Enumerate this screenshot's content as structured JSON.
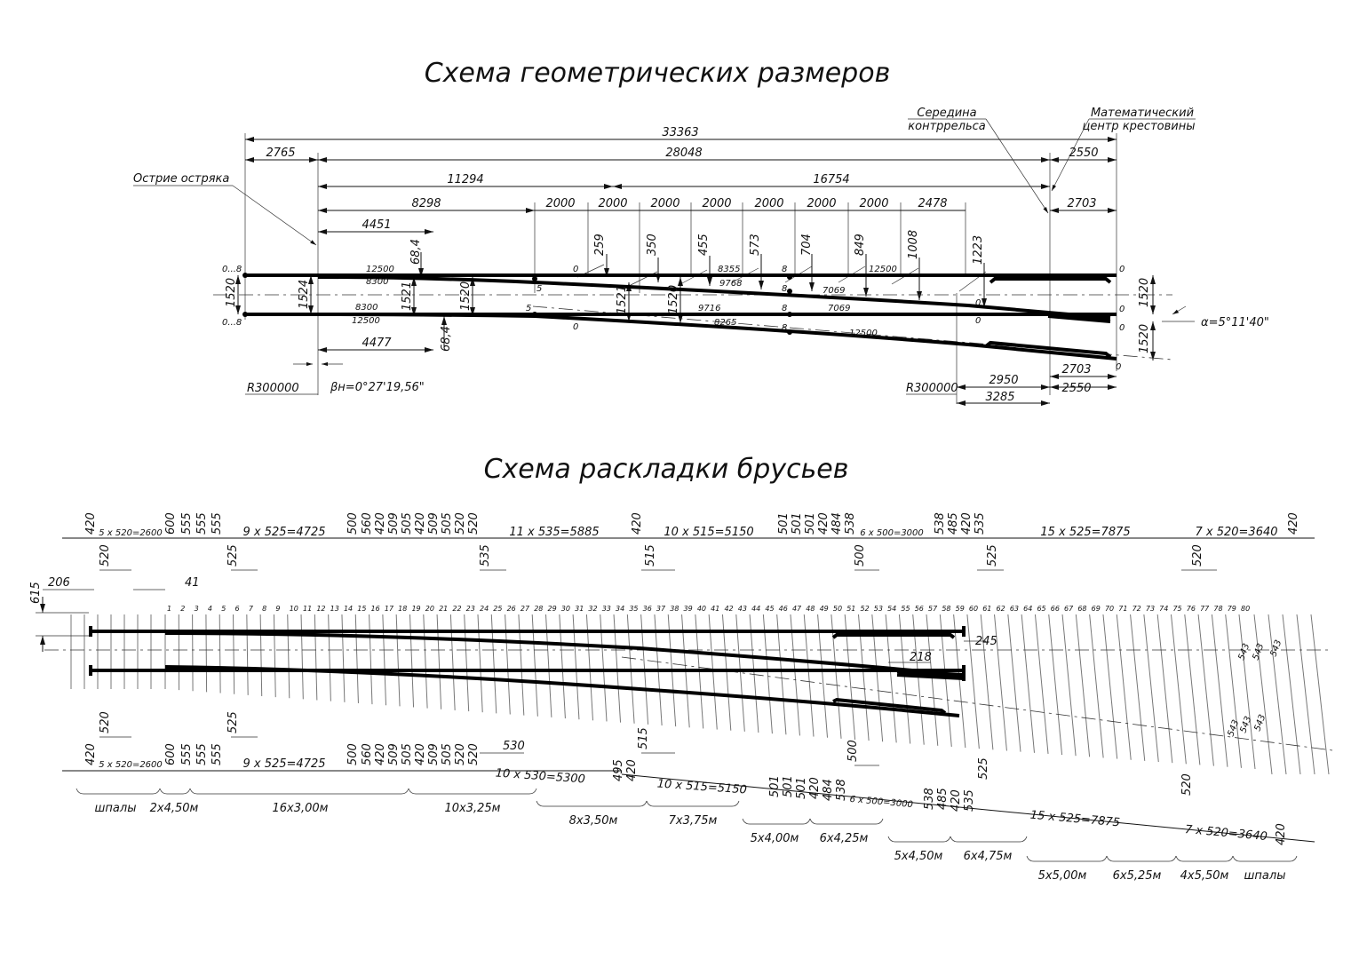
{
  "top": {
    "title": "Схема геометрических размеров",
    "callouts": {
      "ostrie": "Острие остряка",
      "seredina_1": "Середина",
      "seredina_2": "контррельса",
      "mat_1": "Математический",
      "mat_2": "центр крестовины"
    },
    "dims": {
      "d33363": "33363",
      "d2765": "2765",
      "d28048": "28048",
      "d2550a": "2550",
      "d11294": "11294",
      "d16754": "16754",
      "d8298": "8298",
      "d2000_1": "2000",
      "d2000_2": "2000",
      "d2000_3": "2000",
      "d2000_4": "2000",
      "d2000_5": "2000",
      "d2000_6": "2000",
      "d2000_7": "2000",
      "d2478": "2478",
      "d2703a": "2703",
      "d4451": "4451",
      "d4477": "4477",
      "d2703b": "2703",
      "d2950": "2950",
      "d2550b": "2550",
      "d3285": "3285"
    },
    "ords": {
      "o68a": "68,4",
      "o259": "259",
      "o350": "350",
      "o455": "455",
      "o573": "573",
      "o704": "704",
      "o849": "849",
      "o1008": "1008",
      "o1223": "1223",
      "o68b": "68,4"
    },
    "gauges": {
      "g1520l": "1520",
      "g1524": "1524",
      "g1521a": "1521",
      "g1520m": "1520",
      "g1521b": "1521",
      "g1520n": "1520",
      "g1520r1": "1520",
      "g1520r2": "1520"
    },
    "small": {
      "s08a": "0...8",
      "s08b": "0...8",
      "s12500a": "12500",
      "s8300a": "8300",
      "s8300b": "8300",
      "s12500b": "12500",
      "s8355": "8355",
      "s9768": "9768",
      "s9716": "9716",
      "s8265": "8265",
      "s12500c": "12500",
      "s7069a": "7069",
      "s7069b": "7069",
      "s12500d": "12500",
      "s0a": "0",
      "s0b": "0",
      "s0c": "0",
      "s0d": "0",
      "s0e": "0",
      "s0f": "0",
      "s0g": "0",
      "s0h": "0",
      "s5a": "5",
      "s5b": "5",
      "s8a": "8",
      "s8b": "8",
      "s8c": "8",
      "s8d": "8"
    },
    "radius_left": "R300000",
    "radius_right": "R300000",
    "beta": "βн=0°27'19,56\"",
    "alpha": "α=5°11'40\""
  },
  "bottom": {
    "title": "Схема раскладки брусьев",
    "upper_groups": [
      "5 x 520=2600",
      "9 x 525=4725",
      "11 x 535=5885",
      "10 x 515=5150",
      "6 x 500=3000",
      "15 x 525=7875",
      "7 x 520=3640"
    ],
    "upper_vals": [
      "420",
      "600",
      "555",
      "555",
      "555",
      "500",
      "560",
      "420",
      "509",
      "505",
      "420",
      "509",
      "505",
      "520",
      "520",
      "420",
      "501",
      "501",
      "501",
      "420",
      "484",
      "538",
      "538",
      "485",
      "420",
      "535",
      "420"
    ],
    "lower_groups": [
      "5 x 520=2600",
      "9 x 525=4725",
      "10 x 530=5300",
      "10 x 515=5150",
      "6 x 500=3000",
      "15 x 525=7875",
      "7 x 520=3640"
    ],
    "lower_vals": [
      "420",
      "600",
      "555",
      "555",
      "555",
      "500",
      "560",
      "420",
      "509",
      "505",
      "420",
      "509",
      "505",
      "520",
      "520",
      "495",
      "420",
      "501",
      "501",
      "501",
      "420",
      "484",
      "538",
      "538",
      "485",
      "420",
      "535",
      "420"
    ],
    "misc": {
      "m615": "615",
      "m206": "206",
      "m41": "41",
      "m520a": "520",
      "m520b": "520",
      "m520c": "520",
      "m520d": "520",
      "m525a": "525",
      "m525b": "525",
      "m525c": "525",
      "m525d": "525",
      "m535": "535",
      "m515a": "515",
      "m515b": "515",
      "m500a": "500",
      "m500b": "500",
      "m530": "530",
      "m245": "245",
      "m218": "218"
    },
    "tie_numbers": [
      "1",
      "2",
      "3",
      "4",
      "5",
      "6",
      "7",
      "8",
      "9",
      "10",
      "11",
      "12",
      "13",
      "14",
      "15",
      "16",
      "17",
      "18",
      "19",
      "20",
      "21",
      "22",
      "23",
      "24",
      "25",
      "26",
      "27",
      "28",
      "29",
      "30",
      "31",
      "32",
      "33",
      "34",
      "35",
      "36",
      "37",
      "38",
      "39",
      "40",
      "41",
      "42",
      "43",
      "44",
      "45",
      "46",
      "47",
      "48",
      "49",
      "50",
      "51",
      "52",
      "53",
      "54",
      "55",
      "56",
      "57",
      "58",
      "59",
      "60",
      "61",
      "62",
      "63",
      "64",
      "65",
      "66",
      "67",
      "68",
      "69",
      "70",
      "71",
      "72",
      "73",
      "74",
      "75",
      "76",
      "77",
      "78",
      "79",
      "80"
    ],
    "diag_543": [
      "543",
      "543",
      "543"
    ],
    "diag_543b": [
      "543",
      "543",
      "543"
    ],
    "lengths": [
      "шпалы",
      "2x4,50м",
      "16x3,00м",
      "10x3,25м",
      "8x3,50м",
      "7x3,75м",
      "5x4,00м",
      "6x4,25м",
      "5x4,50м",
      "6x4,75м",
      "5x5,00м",
      "6x5,25м",
      "4x5,50м",
      "шпалы"
    ]
  }
}
